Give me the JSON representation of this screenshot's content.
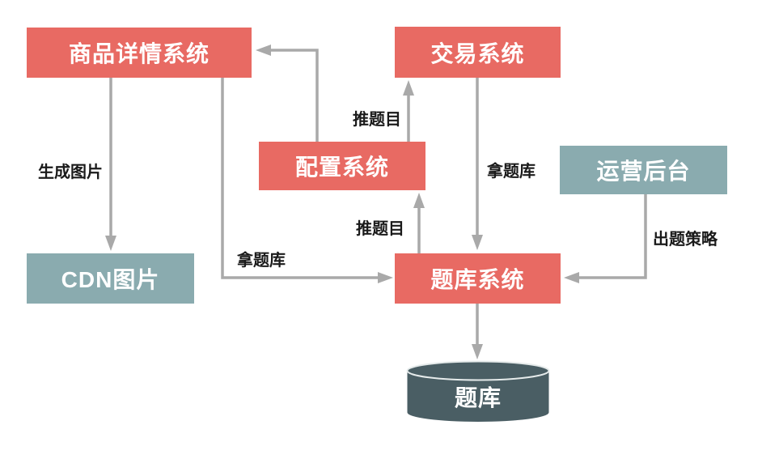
{
  "nodes": {
    "product_detail": {
      "label": "商品详情系统"
    },
    "trade": {
      "label": "交易系统"
    },
    "config": {
      "label": "配置系统"
    },
    "ops_admin": {
      "label": "运营后台"
    },
    "cdn_image": {
      "label": "CDN图片"
    },
    "question_bank_system": {
      "label": "题库系统"
    },
    "question_bank_db": {
      "label": "题库"
    }
  },
  "edges": {
    "product_to_cdn": {
      "label": "生成图片"
    },
    "product_to_qbs": {
      "label": "拿题库"
    },
    "config_to_trade": {
      "label": "推题目"
    },
    "qbs_to_config": {
      "label": "推题目"
    },
    "trade_to_qbs": {
      "label": "拿题库"
    },
    "ops_to_qbs": {
      "label": "出题策略"
    }
  },
  "colors": {
    "node_red": "#E86A63",
    "node_teal": "#8AABAF",
    "node_dark": "#4A5E64",
    "arrow": "#A9A9A9",
    "label": "#1A1A1A",
    "bg": "#FFFFFF"
  }
}
